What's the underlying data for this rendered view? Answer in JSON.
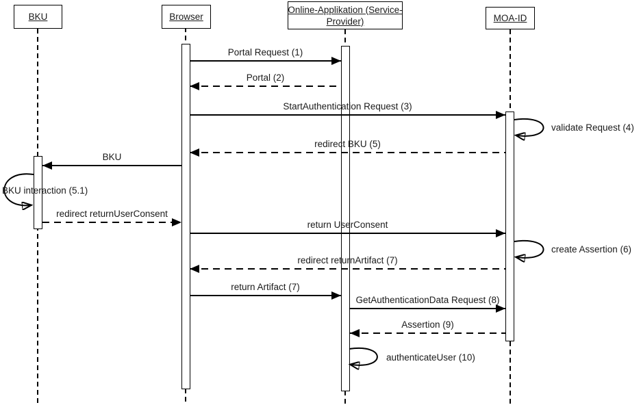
{
  "participants": [
    {
      "id": "bku",
      "label": "BKU"
    },
    {
      "id": "browser",
      "label": "Browser"
    },
    {
      "id": "online_app",
      "label_line1": "Online-Applikation (Service-",
      "label_line2": "Provider)"
    },
    {
      "id": "moa_id",
      "label": "MOA-ID"
    }
  ],
  "messages": [
    {
      "label": "Portal Request (1)",
      "from": "Browser",
      "to": "Online-Applikation (Service-Provider)",
      "line": "solid"
    },
    {
      "label": "Portal (2)",
      "from": "Online-Applikation (Service-Provider)",
      "to": "Browser",
      "line": "dashed"
    },
    {
      "label": "StartAuthentication Request (3)",
      "from": "Browser",
      "to": "MOA-ID",
      "line": "solid"
    },
    {
      "label": "redirect BKU (5)",
      "from": "MOA-ID",
      "to": "Browser",
      "line": "dashed"
    },
    {
      "label": "BKU",
      "from": "Browser",
      "to": "BKU",
      "line": "solid"
    },
    {
      "label": "redirect returnUserConsent",
      "from": "BKU",
      "to": "Browser",
      "line": "dashed"
    },
    {
      "label": "return UserConsent",
      "from": "Browser",
      "to": "MOA-ID",
      "line": "solid"
    },
    {
      "label": "redirect returnArtifact (7)",
      "from": "MOA-ID",
      "to": "Browser",
      "line": "dashed"
    },
    {
      "label": "return Artifact (7)",
      "from": "Browser",
      "to": "Online-Applikation (Service-Provider)",
      "line": "solid"
    },
    {
      "label": "GetAuthenticationData Request (8)",
      "from": "Online-Applikation (Service-Provider)",
      "to": "MOA-ID",
      "line": "solid"
    },
    {
      "label": "Assertion (9)",
      "from": "MOA-ID",
      "to": "Online-Applikation (Service-Provider)",
      "line": "dashed"
    }
  ],
  "self_messages": [
    {
      "label": "validate Request (4)",
      "on": "MOA-ID"
    },
    {
      "label": "BKU interaction (5.1)",
      "on": "BKU"
    },
    {
      "label": "create Assertion (6)",
      "on": "MOA-ID"
    },
    {
      "label": "authenticateUser (10)",
      "on": "Online-Applikation (Service-Provider)"
    }
  ],
  "colors": {
    "line": "#000000",
    "text": "#1a1a1a",
    "background": "#ffffff"
  }
}
